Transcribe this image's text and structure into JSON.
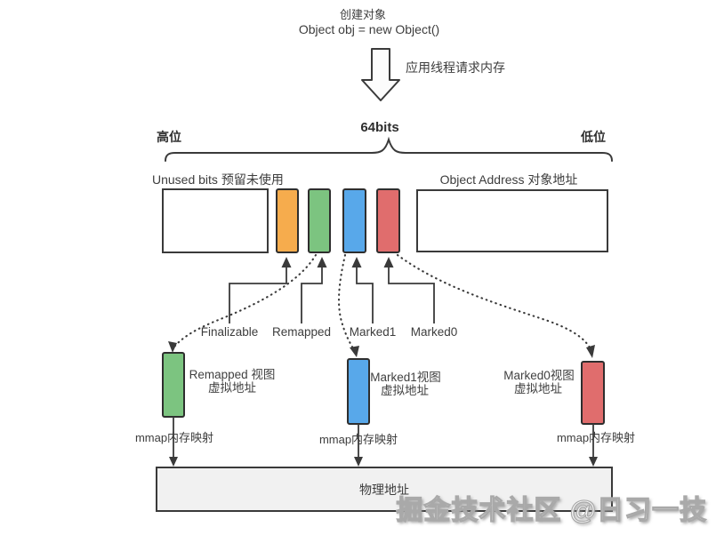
{
  "header": {
    "title_line1": "创建对象",
    "title_line2": "Object obj = new Object()",
    "arrow_label": "应用线程请求内存"
  },
  "bits": {
    "label": "64bits",
    "high_label": "高位",
    "low_label": "低位",
    "unused_label": "Unused bits 预留未使用",
    "address_label": "Object Address 对象地址",
    "flags": [
      {
        "name": "Finalizable",
        "color": "#F6AC4D"
      },
      {
        "name": "Remapped",
        "color": "#7CC480"
      },
      {
        "name": "Marked1",
        "color": "#58A8EA"
      },
      {
        "name": "Marked0",
        "color": "#E06D6D"
      }
    ]
  },
  "views": [
    {
      "title": "Remapped 视图",
      "subtitle": "虚拟地址",
      "mmap_label": "mmap内存映射",
      "color": "#7CC480"
    },
    {
      "title": "Marked1视图",
      "subtitle": "虚拟地址",
      "mmap_label": "mmap内存映射",
      "color": "#58A8EA"
    },
    {
      "title": "Marked0视图",
      "subtitle": "虚拟地址",
      "mmap_label": "mmap内存映射",
      "color": "#E06D6D"
    }
  ],
  "physical": {
    "label": "物理地址"
  },
  "watermark": {
    "text": "掘金技术社区 @日习一技"
  },
  "colors": {
    "line": "#3a3a3a",
    "physical_fill": "#f1f1f1"
  }
}
